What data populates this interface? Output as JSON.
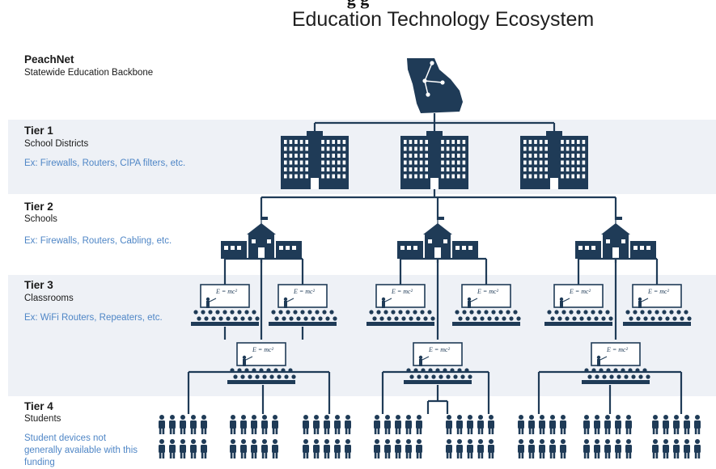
{
  "top_cut_title": "g g",
  "title": "Education Technology Ecosystem",
  "tiers": {
    "backbone": {
      "name": "PeachNet",
      "subtitle": "Statewide Education Backbone"
    },
    "tier1": {
      "name": "Tier 1",
      "subtitle": "School Districts",
      "example": "Ex: Firewalls, Routers, CIPA filters, etc."
    },
    "tier2": {
      "name": "Tier 2",
      "subtitle": "Schools",
      "example": "Ex: Firewalls, Routers, Cabling, etc."
    },
    "tier3": {
      "name": "Tier 3",
      "subtitle": "Classrooms",
      "example": "Ex: WiFi Routers, Repeaters, etc."
    },
    "tier4": {
      "name": "Tier 4",
      "subtitle": "Students",
      "example": "Student devices not generally available with this funding"
    }
  },
  "board_equation": "E = mc²",
  "icons": [
    "georgia-state-icon",
    "district-building-icon",
    "school-icon",
    "classroom-icon",
    "student-icon"
  ],
  "colors": {
    "navy": "#1f3b57",
    "band": "#eef1f6",
    "example_text": "#4f86c6"
  }
}
